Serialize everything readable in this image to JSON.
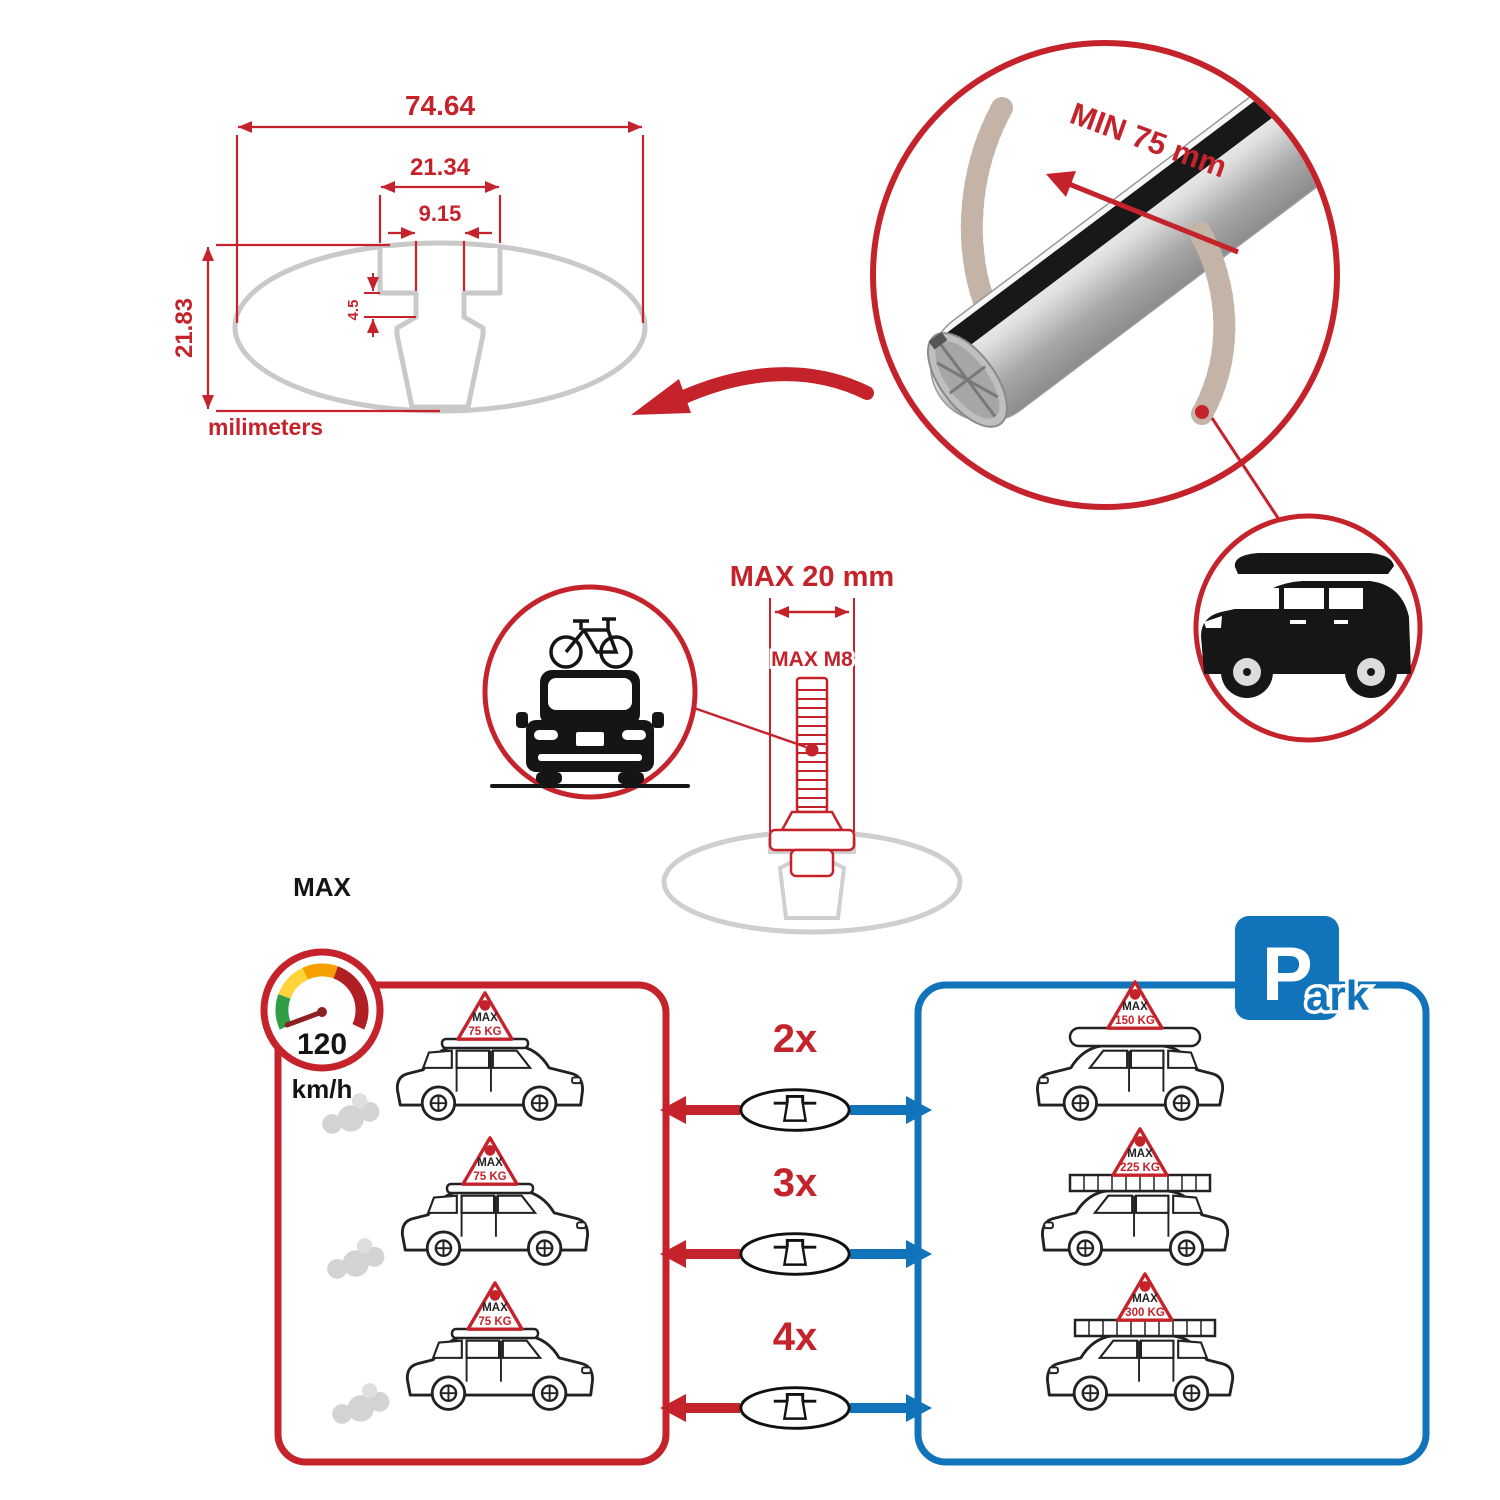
{
  "colors": {
    "red": "#c5232b",
    "blue": "#1173b9",
    "gray": "#c9c9c9",
    "dark": "#151515"
  },
  "profile_drawing": {
    "total_width": "74.64",
    "slot_outer_width": "21.34",
    "slot_inner_width": "9.15",
    "step_depth": "4.5",
    "total_height": "21.83",
    "units_label": "milimeters"
  },
  "bar_detail": {
    "min_span_label": "MIN 75 mm"
  },
  "bolt_detail": {
    "max_width_label": "MAX 20 mm",
    "max_thread_label": "MAX M8"
  },
  "speed_gauge": {
    "label": "MAX",
    "value": "120",
    "units": "km/h"
  },
  "driving_panel": {
    "cars": [
      {
        "sign_top": "MAX",
        "sign_value": "75 KG"
      },
      {
        "sign_top": "MAX",
        "sign_value": "75 KG"
      },
      {
        "sign_top": "MAX",
        "sign_value": "75 KG"
      }
    ]
  },
  "crossbar_options": [
    {
      "qty": "2x"
    },
    {
      "qty": "3x"
    },
    {
      "qty": "4x"
    }
  ],
  "parking_panel": {
    "sign_letter": "P",
    "sign_suffix": "ark",
    "cars": [
      {
        "sign_top": "MAX",
        "sign_value": "150 KG"
      },
      {
        "sign_top": "MAX",
        "sign_value": "225 KG"
      },
      {
        "sign_top": "MAX",
        "sign_value": "300 KG"
      }
    ]
  }
}
